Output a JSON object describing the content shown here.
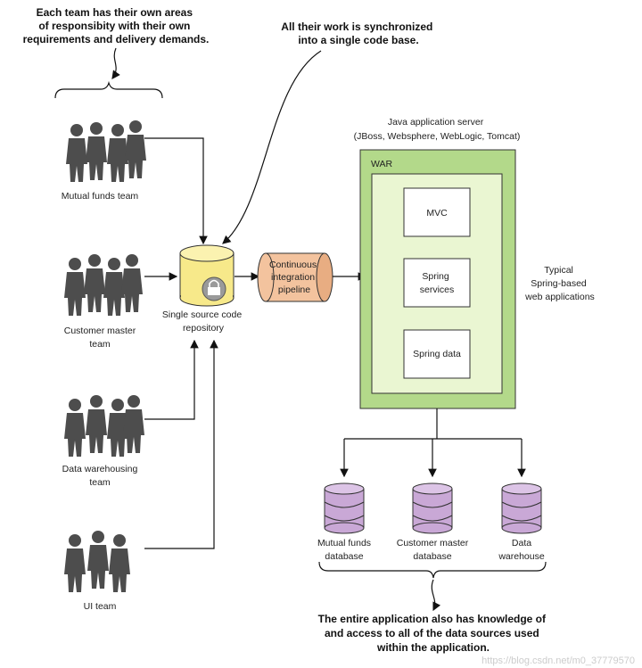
{
  "callouts": {
    "teams_note": [
      "Each team has their own areas",
      "of responsibity with their own",
      "requirements and delivery demands."
    ],
    "sync_note": [
      "All their work is synchronized",
      "into a single code base."
    ],
    "data_note": [
      "The entire application also has knowledge of",
      "and access to all of the data sources used",
      "within the application."
    ]
  },
  "teams": [
    {
      "label": [
        "Mutual funds team"
      ]
    },
    {
      "label": [
        "Customer master",
        "team"
      ]
    },
    {
      "label": [
        "Data warehousing",
        "team"
      ]
    },
    {
      "label": [
        "UI team"
      ]
    }
  ],
  "repository": {
    "label": [
      "Single source code",
      "repository"
    ],
    "icon": "lock-icon"
  },
  "pipeline": {
    "label": [
      "Continuous",
      "integration",
      "pipeline"
    ]
  },
  "server": {
    "title": [
      "Java application server",
      "(JBoss, Websphere, WebLogic, Tomcat)"
    ],
    "war_label": "WAR",
    "modules": [
      "MVC",
      [
        "Spring",
        "services"
      ],
      "Spring data"
    ],
    "side_note": [
      "Typical",
      "Spring-based",
      "web applications"
    ]
  },
  "databases": [
    {
      "label": [
        "Mutual funds",
        "database"
      ]
    },
    {
      "label": [
        "Customer master",
        "database"
      ]
    },
    {
      "label": [
        "Data",
        "warehouse"
      ]
    }
  ],
  "watermark": "https://blog.csdn.net/m0_37779570",
  "colors": {
    "server_outer": "#b3d98a",
    "server_inner": "#eaf6d2",
    "repo_fill": "#f7e98a",
    "pipeline_fill": "#f3c39e",
    "db_fill": "#c9a8d6",
    "people": "#4d4d4d"
  }
}
